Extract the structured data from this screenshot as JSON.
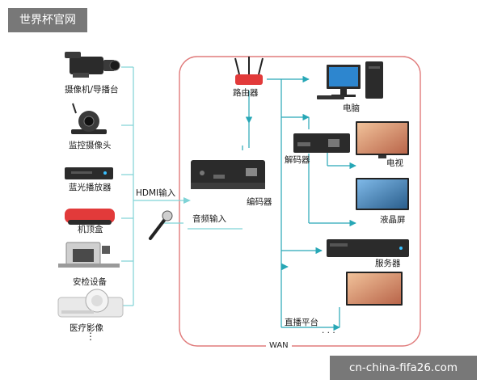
{
  "watermark_top": "世界杯官网",
  "watermark_bottom": "cn-china-fifa26.com",
  "wan_label": "WAN",
  "sources": [
    {
      "label": "摄像机/导播台",
      "icon": "camcorder-icon"
    },
    {
      "label": "监控摄像头",
      "icon": "security-camera-icon"
    },
    {
      "label": "蓝光播放器",
      "icon": "bluray-player-icon"
    },
    {
      "label": "机顶盒",
      "icon": "set-top-box-icon"
    },
    {
      "label": "安检设备",
      "icon": "xray-scanner-icon"
    },
    {
      "label": "医疗影像",
      "icon": "medical-scanner-icon"
    }
  ],
  "more_sources": "⋮",
  "hdmi_input": "HDMI输入",
  "audio_input": "音频输入",
  "microphone_icon": "microphone-icon",
  "encoder": {
    "label": "编码器",
    "icon": "encoder-box-icon"
  },
  "router": {
    "label": "路由器",
    "icon": "router-icon"
  },
  "decoder": {
    "label": "解码器",
    "icon": "decoder-box-icon"
  },
  "outputs": {
    "computer": "电脑",
    "tv": "电视",
    "lcd": "液晶屏",
    "server": "服务器",
    "live_platform": "直播平台",
    "more": "· · ·"
  },
  "colors": {
    "source_line": "#7fd3d6",
    "network_line": "#27a7b6",
    "wan_border": "#e07b7b",
    "router_red": "#e23a3a",
    "device_dark": "#2b2b2b"
  }
}
